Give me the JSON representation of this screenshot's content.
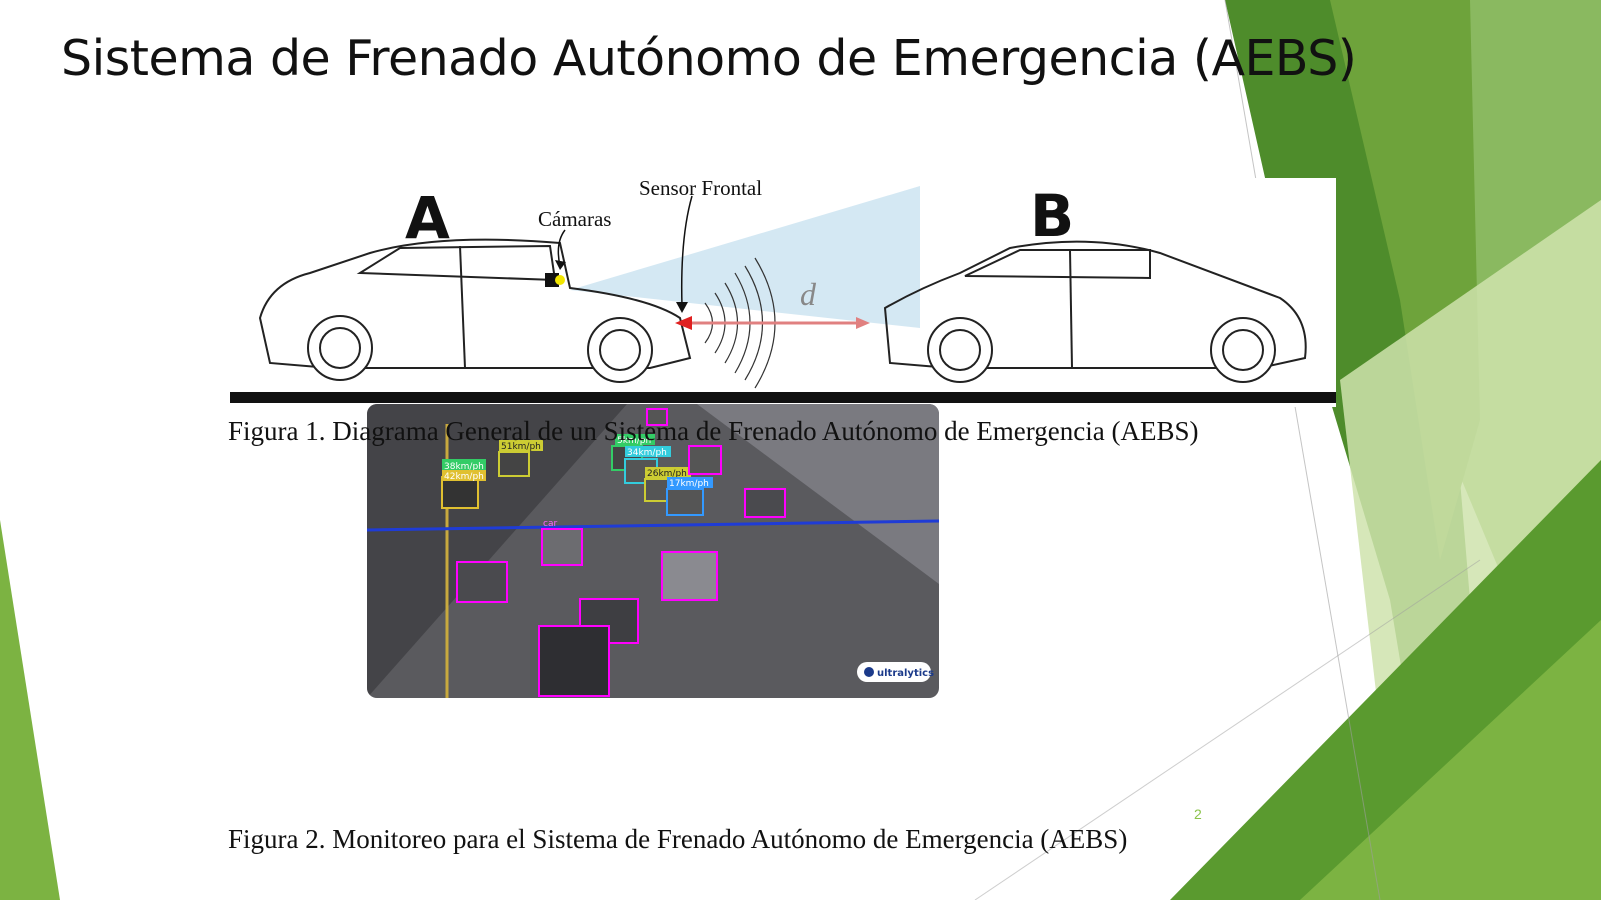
{
  "slide": {
    "title": "Sistema de Frenado Autónomo de Emergencia (AEBS)",
    "page_number": "2",
    "colors": {
      "accent_dark": "#4e8c2b",
      "accent_light": "#8bc34a",
      "accent_pale": "#cfe3ad"
    }
  },
  "figure1": {
    "car_a_label": "A",
    "car_b_label": "B",
    "camera_label": "Cámaras",
    "sensor_label": "Sensor Frontal",
    "distance_label": "d",
    "caption": "Figura 1. Diagrama General de un Sistema de Frenado Autónomo de Emergencia (AEBS)"
  },
  "figure2": {
    "detections": [
      {
        "label": "car",
        "color": "#ff00ff"
      },
      {
        "label": "38km/ph",
        "color": "#33cc66"
      },
      {
        "label": "51km/ph",
        "color": "#cccc33"
      },
      {
        "label": "42km/ph",
        "color": "#e0c030"
      },
      {
        "label": "5km/ph",
        "color": "#33cc66"
      },
      {
        "label": "34km/ph",
        "color": "#33ccdd"
      },
      {
        "label": "26km/ph",
        "color": "#cccc33"
      },
      {
        "label": "17km/ph",
        "color": "#3399ff"
      }
    ],
    "logo_text": "ultralytics",
    "caption": "Figura 2. Monitoreo para el Sistema de Frenado Autónomo de Emergencia (AEBS)"
  }
}
